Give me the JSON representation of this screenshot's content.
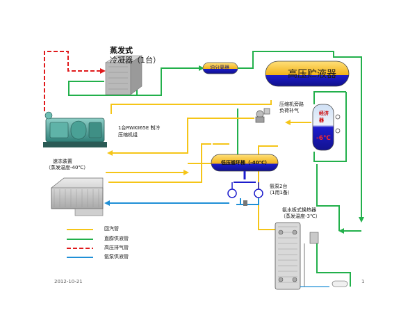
{
  "condenser": {
    "name": "蒸发式",
    "name2": "冷凝器",
    "count": "（1台）"
  },
  "oil_separator": {
    "label": "油分离器"
  },
  "hp_receiver": {
    "label": "高压贮液器"
  },
  "bypass": {
    "line1": "压缩机旁路",
    "line2": "负荷补气"
  },
  "economizer": {
    "label": "经济器",
    "temp": "-6℃"
  },
  "compressor_unit": {
    "line1": "1台RWKⅡ65E 制冷",
    "line2": "压缩机组"
  },
  "freezer": {
    "line1": "速冻装置",
    "line2": "（蒸发温度-40℃）"
  },
  "lp_receiver": {
    "label": "低压循环桶（-40℃）"
  },
  "pumps": {
    "line1": "氨泵2台",
    "line2": "（1用1备）"
  },
  "plate_hx": {
    "line1": "氨水板式换热器",
    "line2": "（蒸发温度-3℃）"
  },
  "legend": [
    {
      "label": "回汽管",
      "color": "#f5c518",
      "dash": false
    },
    {
      "label": "直膨供液管",
      "color": "#22b04b",
      "dash": false
    },
    {
      "label": "高压排气管",
      "color": "#e0191b",
      "dash": true
    },
    {
      "label": "氨泵供液管",
      "color": "#1f8fd6",
      "dash": false
    }
  ],
  "footer": {
    "date": "2012-10-21",
    "page": "1"
  },
  "colors": {
    "suction": "#f5c518",
    "liquid": "#22b04b",
    "discharge": "#e0191b",
    "pump_liquid": "#1f8fd6",
    "tank_top": "#f2b21a",
    "tank_bottom": "#1c1ccc"
  }
}
